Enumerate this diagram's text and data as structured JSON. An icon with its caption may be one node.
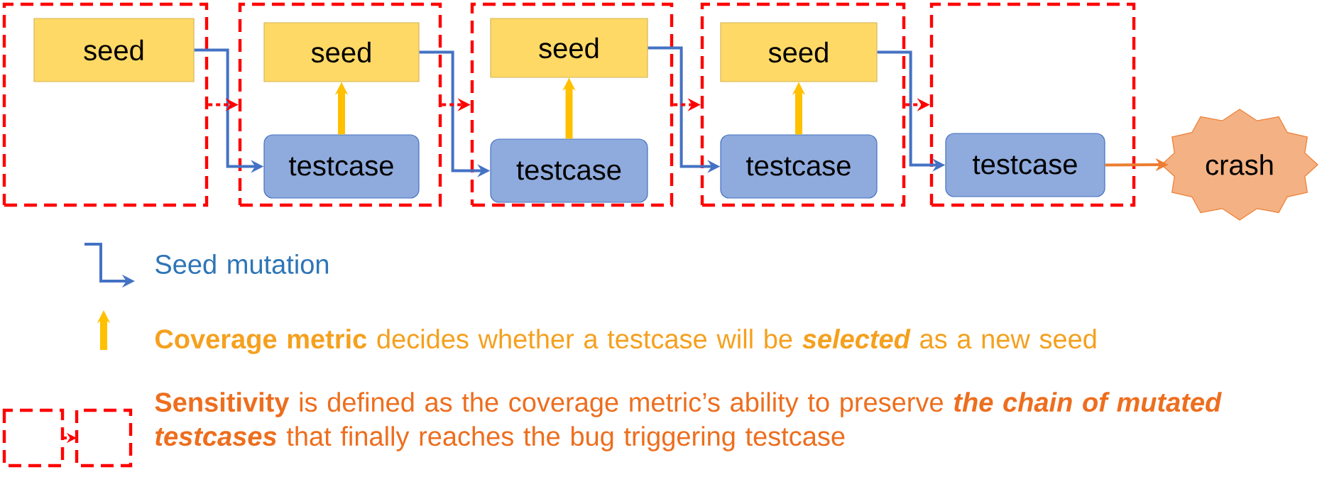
{
  "diagram": {
    "nodes": [
      {
        "text": [],
        "shape": "box"
      },
      {
        "text": [
          "seed"
        ],
        "in": 0
      },
      {
        "text": [],
        "shape": "box"
      },
      {
        "text": [
          "seed"
        ],
        "in": 2
      },
      {
        "text": [
          "testcase"
        ],
        "in": 2
      },
      {
        "text": [],
        "shape": "box"
      },
      {
        "text": [
          "seed"
        ],
        "in": 5
      },
      {
        "text": [
          "testcase"
        ],
        "in": 5
      },
      {
        "text": [],
        "shape": "box"
      },
      {
        "text": [
          "seed"
        ],
        "in": 8
      },
      {
        "text": [
          "testcase"
        ],
        "in": 8
      },
      {
        "text": [],
        "shape": "box"
      },
      {
        "text": [
          "testcase"
        ],
        "in": 11
      },
      {
        "text": [
          "crash"
        ]
      }
    ],
    "edges": [
      {
        "from": 1,
        "to": 4,
        "arrow": "to"
      },
      {
        "from": 4,
        "to": 3,
        "arrow": "to",
        "style": "thick",
        "color": "#ffc000"
      },
      {
        "from": 3,
        "to": 7,
        "arrow": "to"
      },
      {
        "from": 7,
        "to": 6,
        "arrow": "to",
        "style": "thick",
        "color": "#ffc000"
      },
      {
        "from": 6,
        "to": 10,
        "arrow": "to"
      },
      {
        "from": 10,
        "to": 9,
        "arrow": "to",
        "style": "thick",
        "color": "#ffc000"
      },
      {
        "from": 9,
        "to": 12,
        "arrow": "to"
      },
      {
        "from": 12,
        "to": 13,
        "arrow": "to",
        "color": "#ed7d31"
      },
      {
        "from": 0,
        "to": 2,
        "arrow": "to",
        "style": "dashed",
        "color": "#ff0000"
      },
      {
        "from": 2,
        "to": 5,
        "arrow": "to",
        "style": "dashed",
        "color": "#ff0000"
      },
      {
        "from": 5,
        "to": 8,
        "arrow": "to",
        "style": "dashed",
        "color": "#ff0000"
      },
      {
        "from": 8,
        "to": 11,
        "arrow": "to",
        "style": "dashed",
        "color": "#ff0000"
      }
    ],
    "legend": [
      {
        "text": "Seed mutation"
      },
      {
        "text": "**Coverage metric** decides whether a testcase will be *selected* as a new seed"
      },
      {
        "text": "**Sensitivity** is defined as the coverage metric’s ability to preserve *the chain of mutated testcases* that finally reaches the bug triggering testcase"
      }
    ]
  }
}
